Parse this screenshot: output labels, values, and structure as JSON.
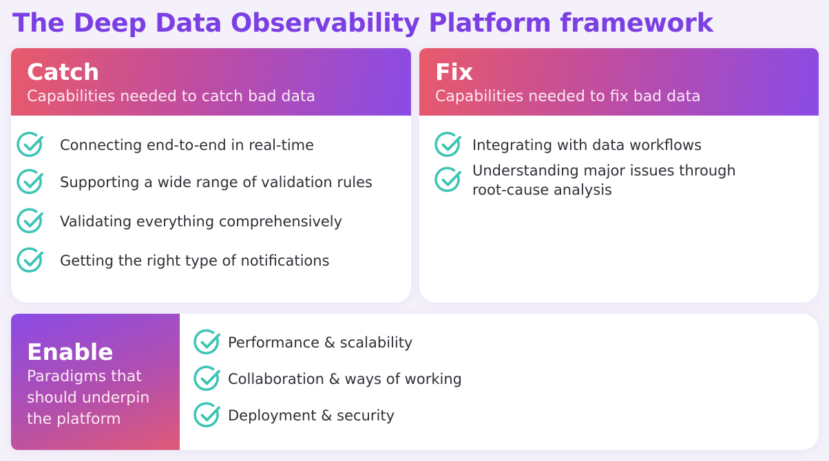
{
  "page": {
    "title": "The Deep Data Observability Platform framework",
    "accent_color": "#7b3fe4",
    "check_color": "#3cc4b4"
  },
  "catch": {
    "title": "Catch",
    "subtitle": "Capabilities needed to catch bad data",
    "items": [
      "Connecting end-to-end in real-time",
      "Supporting a wide range of validation rules",
      "Validating everything comprehensively",
      "Getting the right type of notifications"
    ]
  },
  "fix": {
    "title": "Fix",
    "subtitle": "Capabilities needed to fix bad data",
    "items": [
      "Integrating with data workflows",
      "Understanding major issues through root-cause analysis"
    ]
  },
  "enable": {
    "title": "Enable",
    "subtitle": "Paradigms that should underpin the platform",
    "items": [
      "Performance & scalability",
      "Collaboration & ways of working",
      "Deployment & security"
    ]
  },
  "icons": {
    "item_marker": "check-circle-icon"
  }
}
